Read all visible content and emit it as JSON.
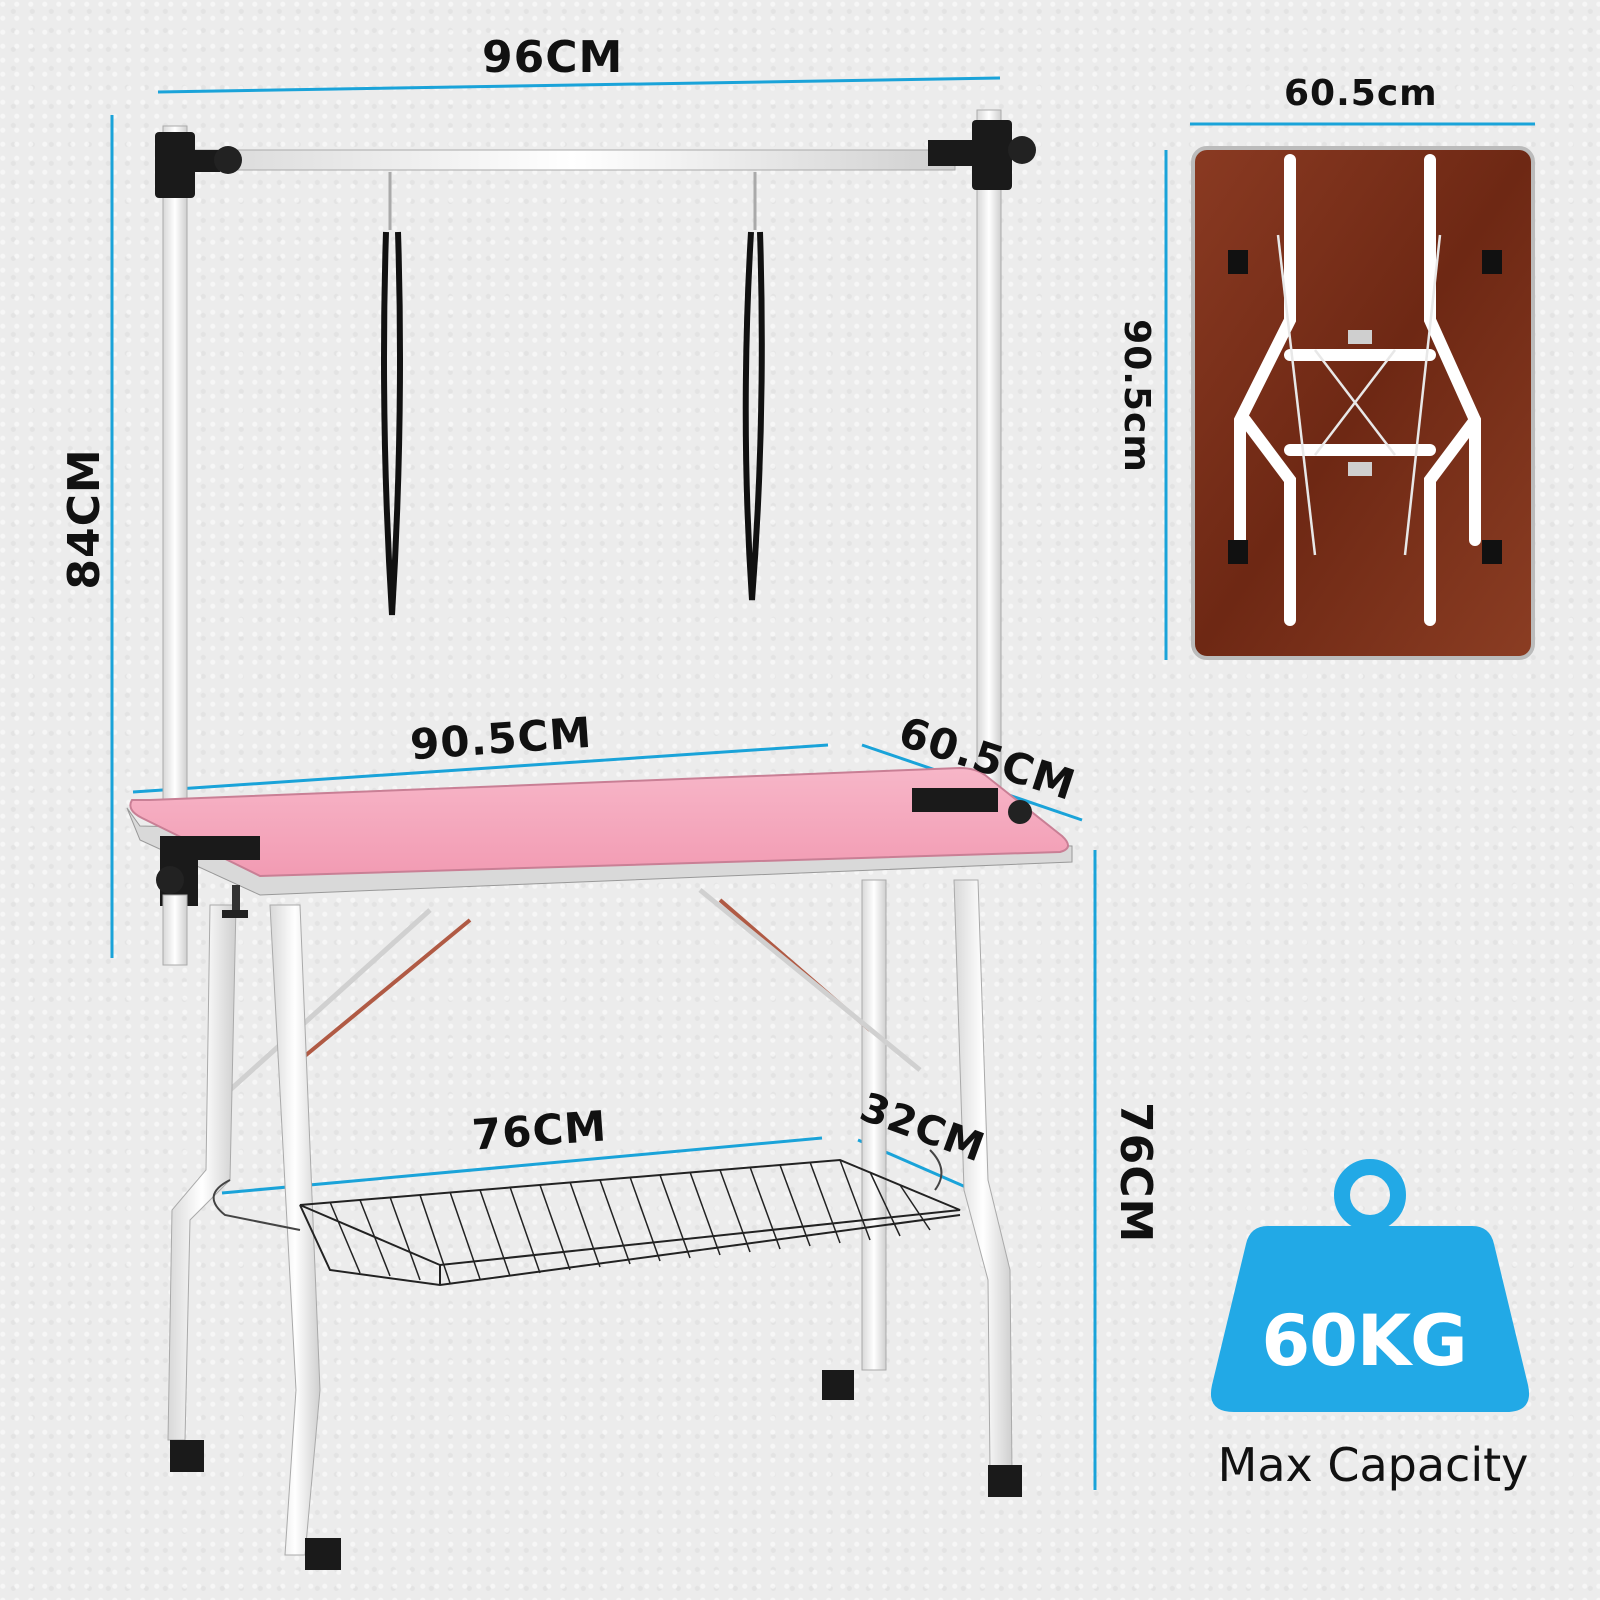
{
  "dimensions": {
    "arm_width": "96CM",
    "arm_height": "84CM",
    "table_length": "90.5CM",
    "table_depth": "60.5CM",
    "table_height": "76CM",
    "basket_length": "76CM",
    "basket_depth": "32CM",
    "folded_width": "60.5cm",
    "folded_length": "90.5cm"
  },
  "capacity": {
    "value": "60KG",
    "label": "Max Capacity"
  },
  "colors": {
    "dimension_line": "#1aa3d9",
    "tabletop": "#f5a9bf",
    "frame": "#f4f4f4",
    "folded_board": "#7a2f1a",
    "weight_icon": "#22a9e6"
  }
}
